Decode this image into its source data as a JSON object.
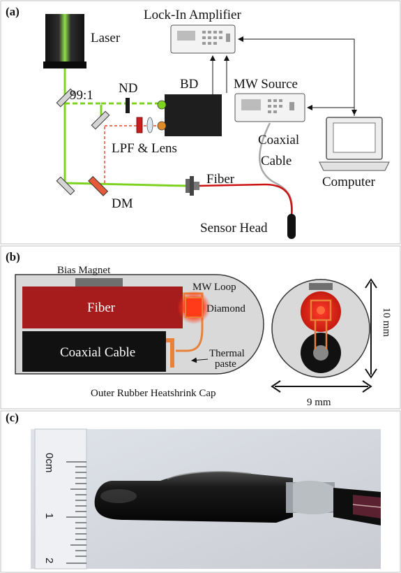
{
  "panels": {
    "a": "(a)",
    "b": "(b)",
    "c": "(c)"
  },
  "setup": {
    "laser": "Laser",
    "splitter": "99:1",
    "nd": "ND",
    "bd": "BD",
    "lockin": "Lock-In Amplifier",
    "mw_source": "MW Source",
    "lpf_lens": "LPF & Lens",
    "coaxial_line1": "Coaxial",
    "coaxial_line2": "Cable",
    "computer": "Computer",
    "dm": "DM",
    "fiber": "Fiber",
    "sensor_head": "Sensor Head"
  },
  "probe": {
    "bias_magnet": "Bias Magnet",
    "fiber": "Fiber",
    "mw_loop": "MW Loop",
    "diamond": "Diamond",
    "coaxial_cable": "Coaxial Cable",
    "thermal_line1": "Thermal",
    "thermal_line2": "paste",
    "outer_cap": "Outer Rubber Heatshrink Cap",
    "dim_height": "10 mm",
    "dim_width": "9 mm"
  },
  "photo": {
    "ruler_unit": "0cm",
    "tick_1": "1",
    "tick_2": "2"
  },
  "colors": {
    "laser_green": "#7ed321",
    "fiber_red": "#cc1111",
    "diamond_glow": "#ff3b1a",
    "fiber_block": "#a61b1b",
    "thermal_orange": "#e8823a",
    "cap_gray": "#d9d9d9",
    "magnet_gray": "#6f6f6f"
  }
}
